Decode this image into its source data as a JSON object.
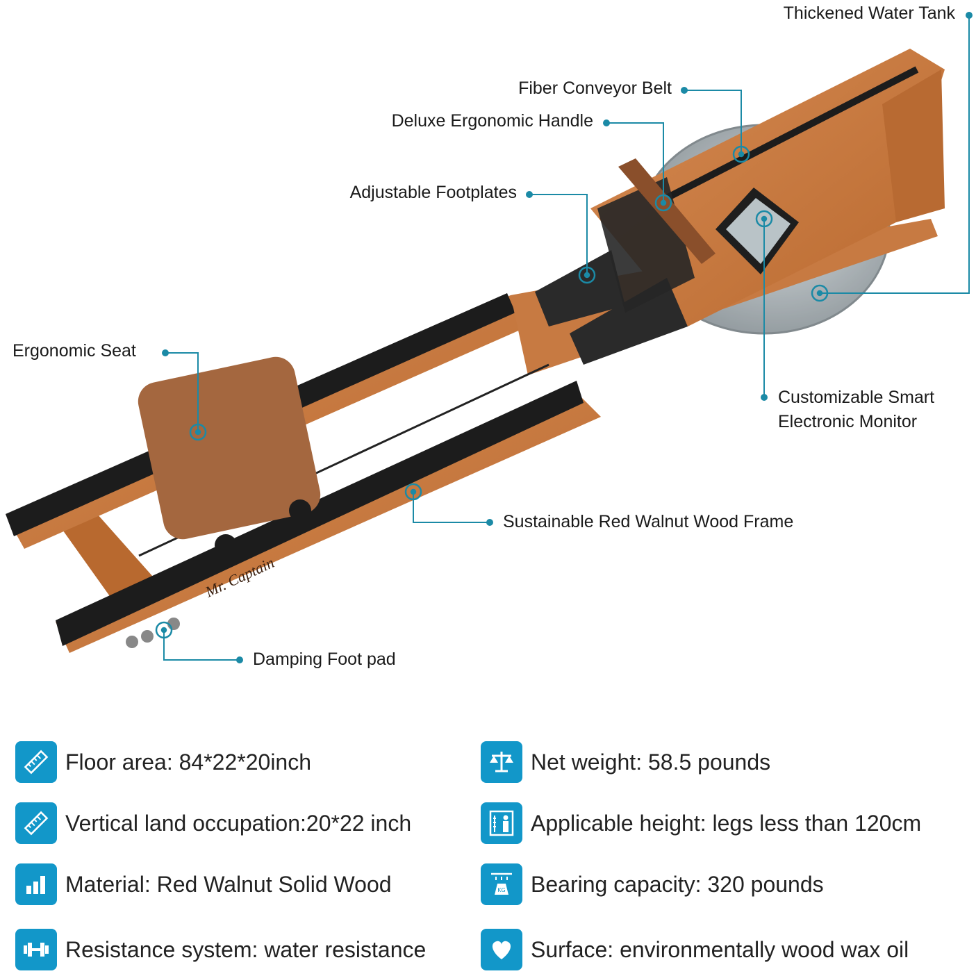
{
  "brand": "Mr. Captain",
  "callouts": {
    "water_tank": "Thickened Water Tank",
    "belt": "Fiber Conveyor Belt",
    "handle": "Deluxe Ergonomic Handle",
    "footplates": "Adjustable Footplates",
    "seat": "Ergonomic Seat",
    "monitor_line1": "Customizable Smart",
    "monitor_line2": "Electronic Monitor",
    "frame": "Sustainable Red Walnut Wood Frame",
    "foot_pad": "Damping Foot pad"
  },
  "specs": [
    {
      "icon": "ruler-icon",
      "text": "Floor area: 84*22*20inch"
    },
    {
      "icon": "ruler-icon",
      "text": "Vertical land occupation:20*22 inch"
    },
    {
      "icon": "bar-chart-icon",
      "text": "Material: Red Walnut Solid Wood"
    },
    {
      "icon": "dumbbell-icon",
      "text": "Resistance system: water resistance"
    },
    {
      "icon": "scale-icon",
      "text": "Net weight: 58.5 pounds"
    },
    {
      "icon": "height-person-icon",
      "text": "Applicable height: legs less than 120cm"
    },
    {
      "icon": "weight-kg-icon",
      "text": "Bearing capacity: 320 pounds"
    },
    {
      "icon": "heart-icon",
      "text": "Surface: environmentally wood wax oil"
    }
  ],
  "colors": {
    "accent": "#1297c9",
    "leader": "#1b8aa6",
    "wood": "#c8773f",
    "wood_dark": "#a85e2c",
    "rail": "#1c1c1c",
    "seat": "#a4673f",
    "tank": "#9aa3a8"
  }
}
